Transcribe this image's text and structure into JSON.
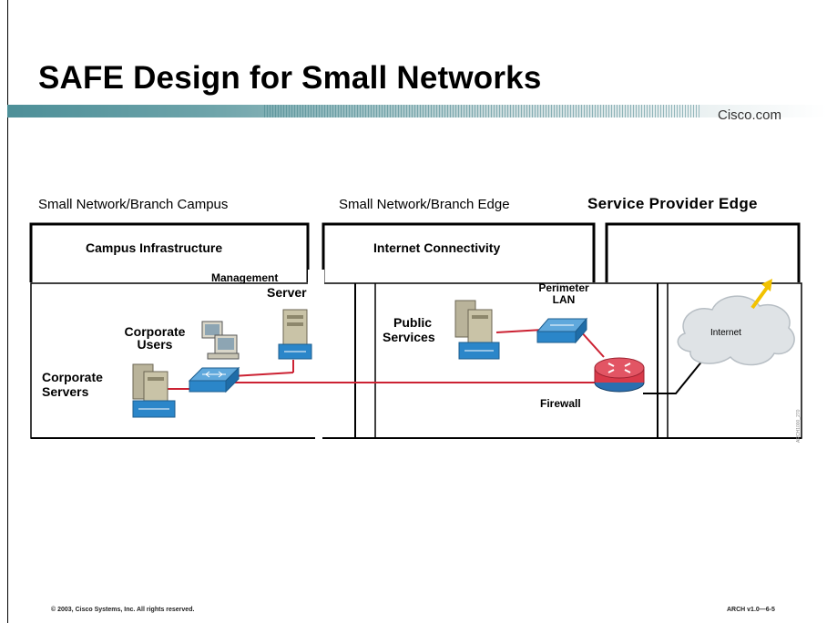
{
  "slide": {
    "title": "SAFE Design for Small Networks",
    "brand": "Cisco.com",
    "copyright": "© 2003, Cisco Systems, Inc. All rights reserved.",
    "course_code": "ARCH v1.0—6-5"
  },
  "zones": {
    "campus": "Small Network/Branch Campus",
    "edge": "Small Network/Branch Edge",
    "sp_edge": "Service Provider Edge"
  },
  "modules": {
    "campus_infrastructure": "Campus Infrastructure",
    "internet_connectivity": "Internet Connectivity"
  },
  "nodes": {
    "management_server_line1": "Management",
    "management_server_line2": "Server",
    "corporate_users_line1": "Corporate",
    "corporate_users_line2": "Users",
    "corporate_servers_line1": "Corporate",
    "corporate_servers_line2": "Servers",
    "public_services_line1": "Public",
    "public_services_line2": "Services",
    "perimeter_lan_line1": "Perimeter",
    "perimeter_lan_line2": "LAN",
    "firewall": "Firewall",
    "internet": "Internet"
  },
  "colors": {
    "link": "#cc2233",
    "switch_blue": "#2b86c9",
    "router_red": "#d83a4a",
    "cloud": "#dfe3e6",
    "server_tan": "#c9c3a7"
  },
  "icons": [
    "server-icon",
    "pc-icon",
    "switch-icon",
    "router-icon",
    "cloud-icon",
    "arrow-icon"
  ]
}
